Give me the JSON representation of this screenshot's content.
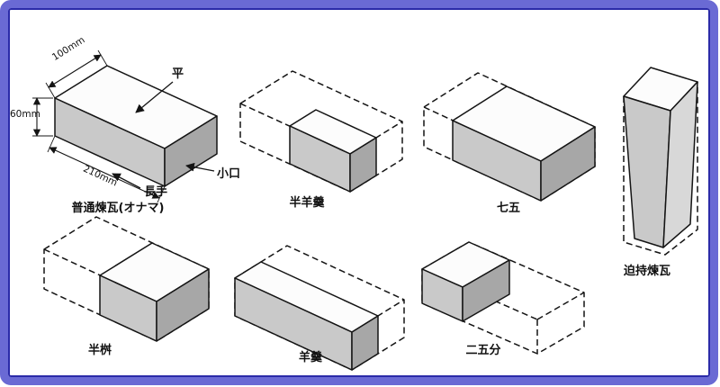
{
  "frame": {
    "border_color": "#6a6ad4",
    "inner_line_color": "#2b2ba8",
    "background": "#ffffff"
  },
  "palette": {
    "line": "#141414",
    "top_face": "#fcfcfc",
    "front_face": "#c9c9c9",
    "end_face": "#a7a7a7",
    "side_light": "#d8d8d8"
  },
  "standard_brick": {
    "label": "普通煉瓦(オナマ)",
    "dim_width": "100mm",
    "dim_height": "60mm",
    "dim_length": "210mm",
    "face_top": "平",
    "face_end": "小口",
    "face_side": "長手"
  },
  "bricks": {
    "han_yokan": "半羊羹",
    "shichigo": "七五",
    "serimochi": "迫持煉瓦",
    "hanmasu": "半桝",
    "yokan": "羊羹",
    "nigobu": "二五分"
  }
}
